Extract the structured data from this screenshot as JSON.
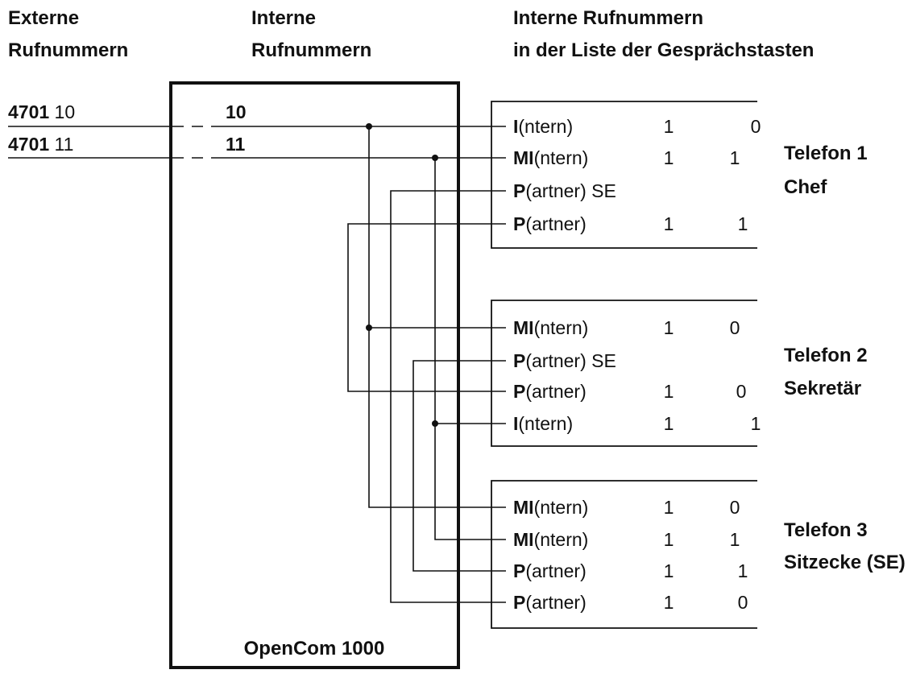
{
  "headers": {
    "external": [
      "Externe",
      "Rufnummern"
    ],
    "internal": [
      "Interne",
      "Rufnummern"
    ],
    "keys": [
      "Interne Rufnummern",
      "in der Liste der Gesprächstasten"
    ]
  },
  "external_numbers": [
    {
      "prefix": "4701",
      "ext": " 10",
      "internal": "10"
    },
    {
      "prefix": "4701",
      "ext": " 11",
      "internal": "11"
    }
  ],
  "system_name": "OpenCom 1000",
  "phones": [
    {
      "name": [
        "Telefon 1",
        "Chef"
      ],
      "keys": [
        {
          "bold": "I",
          "rest": "(ntern)",
          "a": "1",
          "b": "0"
        },
        {
          "bold": "MI",
          "rest": "(ntern)",
          "a": "1",
          "b": "1"
        },
        {
          "bold": "P",
          "rest": "(artner) SE",
          "a": "",
          "b": ""
        },
        {
          "bold": "P",
          "rest": "(artner)",
          "a": "1",
          "b": "1"
        }
      ]
    },
    {
      "name": [
        "Telefon 2",
        "Sekretär"
      ],
      "keys": [
        {
          "bold": "MI",
          "rest": "(ntern)",
          "a": "1",
          "b": "0"
        },
        {
          "bold": "P",
          "rest": "(artner) SE",
          "a": "",
          "b": ""
        },
        {
          "bold": "P",
          "rest": "(artner)",
          "a": "1",
          "b": "0"
        },
        {
          "bold": "I",
          "rest": "(ntern)",
          "a": "1",
          "b": "1"
        }
      ]
    },
    {
      "name": [
        "Telefon 3",
        "Sitzecke (SE)"
      ],
      "keys": [
        {
          "bold": "MI",
          "rest": "(ntern)",
          "a": "1",
          "b": "0"
        },
        {
          "bold": "MI",
          "rest": "(ntern)",
          "a": "1",
          "b": "1"
        },
        {
          "bold": "P",
          "rest": "(artner)",
          "a": "1",
          "b": "1"
        },
        {
          "bold": "P",
          "rest": "(artner)",
          "a": "1",
          "b": "0"
        }
      ]
    }
  ]
}
